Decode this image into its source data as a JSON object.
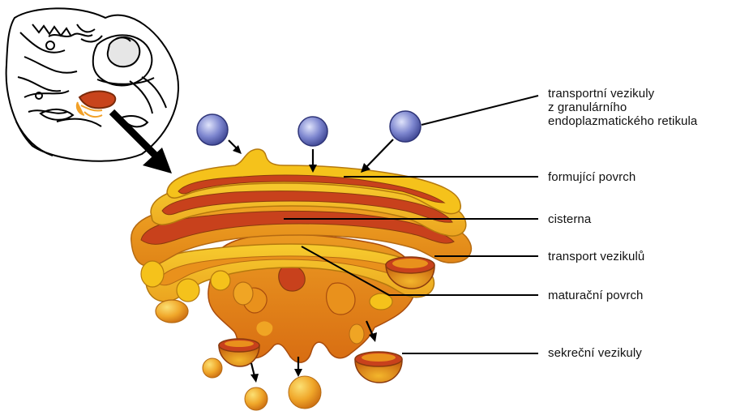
{
  "labels": {
    "transport_vesicles_er": [
      "transportní vezikuly",
      "z granulárního",
      "endoplazmatického retikula"
    ],
    "forming_surface": "formující povrch",
    "cisterna": "cisterna",
    "vesicle_transport": "transport vezikulů",
    "maturing_surface": "maturační povrch",
    "secretory_vesicles": "sekreční vezikuly"
  },
  "colors": {
    "outer_yellow": "#f5c21b",
    "mid_orange": "#e9911c",
    "deep_orange": "#d46b14",
    "red_lumen": "#c8411c",
    "dark_outline": "#8a3a0e",
    "er_vesicle_blue": "#7d86cf",
    "leader_line": "#000000"
  }
}
